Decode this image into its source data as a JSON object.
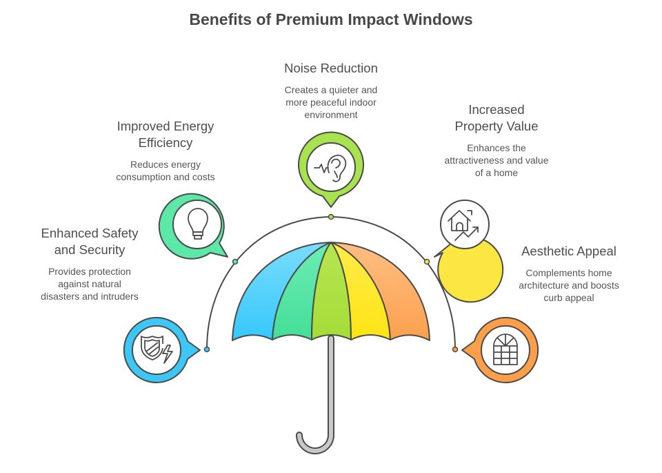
{
  "title": "Benefits of Premium Impact Windows",
  "items": [
    {
      "id": "safety",
      "heading_lines": [
        "Enhanced Safety",
        "and Security"
      ],
      "description_lines": [
        "Provides protection",
        "against natural",
        "disasters and intruders"
      ],
      "icon": "shield-lightning-icon",
      "color": "#3cc7f6"
    },
    {
      "id": "energy",
      "heading_lines": [
        "Improved Energy",
        "Efficiency"
      ],
      "description_lines": [
        "Reduces energy",
        "consumption and costs"
      ],
      "icon": "lightbulb-icon",
      "color": "#5ce8a6"
    },
    {
      "id": "noise",
      "heading_lines": [
        "Noise Reduction"
      ],
      "description_lines": [
        "Creates a quieter and",
        "more peaceful indoor",
        "environment"
      ],
      "icon": "ear-icon",
      "color": "#a8e34f"
    },
    {
      "id": "property",
      "heading_lines": [
        "Increased",
        "Property Value"
      ],
      "description_lines": [
        "Enhances the",
        "attractiveness and value",
        "of a home"
      ],
      "icon": "house-growth-icon",
      "color": "#fbe642"
    },
    {
      "id": "aesthetic",
      "heading_lines": [
        "Aesthetic Appeal"
      ],
      "description_lines": [
        "Complements home",
        "architecture and boosts",
        "curb appeal"
      ],
      "icon": "arched-window-icon",
      "color": "#fd9f4a"
    }
  ],
  "umbrella": {
    "panel_colors": [
      "#4dcffb",
      "#52e3a0",
      "#abe041",
      "#ffe83a",
      "#fdae66"
    ],
    "handle_color": "#c9c9c9",
    "outline_color": "#4a4a4a"
  }
}
